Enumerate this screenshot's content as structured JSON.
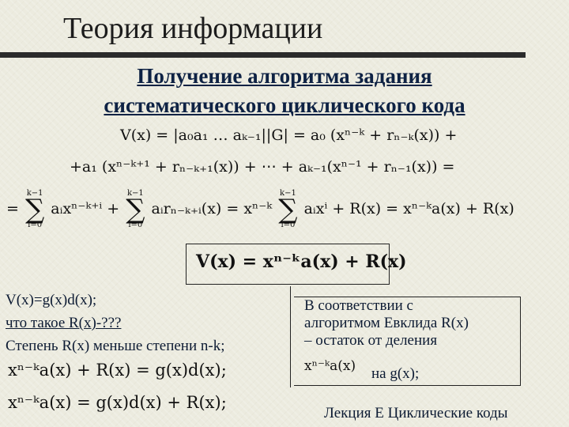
{
  "header": {
    "title": "Теория информации",
    "subtitle_line1": "Получение алгоритма задания",
    "subtitle_line2": "систематического циклического кода"
  },
  "derivation": {
    "line1": {
      "lhs": "V(x) = |a₀a₁ … aₖ₋₁||G| = a₀",
      "term": "(xⁿ⁻ᵏ + rₙ₋ₖ(x)) +"
    },
    "line2": "+a₁ (xⁿ⁻ᵏ⁺¹ + rₙ₋ₖ₊₁(x)) + ⋯ + aₖ₋₁(xⁿ⁻¹ + rₙ₋₁(x)) =",
    "line3": {
      "prefix": "=",
      "sum_upper": "k−1",
      "sum_lower": "i=0",
      "term1": "aᵢxⁿ⁻ᵏ⁺ⁱ +",
      "term2": "aᵢrₙ₋ₖ₊ᵢ(x) = xⁿ⁻ᵏ",
      "term3": "aᵢxⁱ + R(x) = xⁿ⁻ᵏa(x) + R(x)",
      "sigma": "∑"
    }
  },
  "boxed_formula": "V(x) = xⁿ⁻ᵏa(x) + R(x)",
  "left_notes": {
    "line1": "V(x)=g(x)d(x);",
    "line2": "что такое R(x)-???",
    "line3": "Степень R(x) меньше степени n-k;",
    "formula1": "xⁿ⁻ᵏa(x) + R(x) = g(x)d(x);",
    "formula2": "xⁿ⁻ᵏa(x) = g(x)d(x) + R(x);"
  },
  "right_note": {
    "line1": "В соответствии с",
    "line2": "алгоритмом Евклида R(x)",
    "line3": "– остаток от деления",
    "formula": "xⁿ⁻ᵏa(x)",
    "tail": "на g(x);"
  },
  "footer": "Лекция Е Циклические коды"
}
